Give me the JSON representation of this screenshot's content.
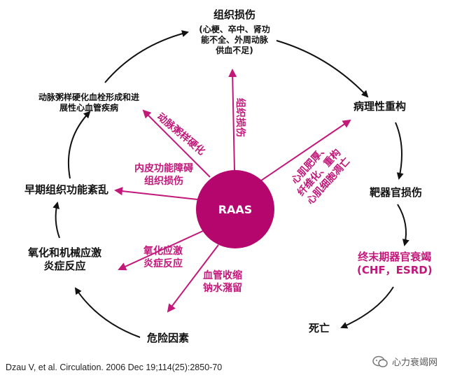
{
  "colors": {
    "accent": "#b5066e",
    "text": "#111111",
    "arrow": "#111111",
    "spoke": "#c2187a"
  },
  "center": {
    "label": "RAAS"
  },
  "cycle_nodes": {
    "tissue_injury": {
      "title": "组织损伤",
      "detail": [
        "(心梗、卒中、肾功",
        "能不全、外周动脉",
        "供血不足)"
      ]
    },
    "remodeling": {
      "title": "病理性重构"
    },
    "target_organ": {
      "title": "靶器官损伤"
    },
    "end_stage": {
      "lines": [
        "终末期器官衰竭",
        "(CHF，ESRD)"
      ]
    },
    "death": {
      "title": "死亡"
    },
    "risk_factors": {
      "title": "危险因素"
    },
    "oxidative": {
      "lines": [
        "氧化和机械应激",
        "炎症反应"
      ]
    },
    "early_dysfunction": {
      "title": "早期组织功能紊乱"
    },
    "atherosclerosis": {
      "lines": [
        "动脉粥样硬化血栓形成和进",
        "展性心血管疾病"
      ]
    }
  },
  "spokes": {
    "tissue_injury": "组织损伤",
    "atherosclerosis": "动脉粥样硬化",
    "endothelial": [
      "内皮功能障碍",
      "组织损伤"
    ],
    "remodeling": [
      "心肌肥厚、",
      "纤维化、重构",
      "心肌细胞凋亡"
    ],
    "oxidative": [
      "氧化应激",
      "炎症反应"
    ],
    "vasoconstriction": [
      "血管收缩",
      "钠水潴留"
    ]
  },
  "citation": "Dzau V, et al. Circulation. 2006 Dec 19;114(25):2850-70",
  "brand": {
    "name": "心力衰竭网",
    "icon": "wechat-bubble-icon"
  }
}
